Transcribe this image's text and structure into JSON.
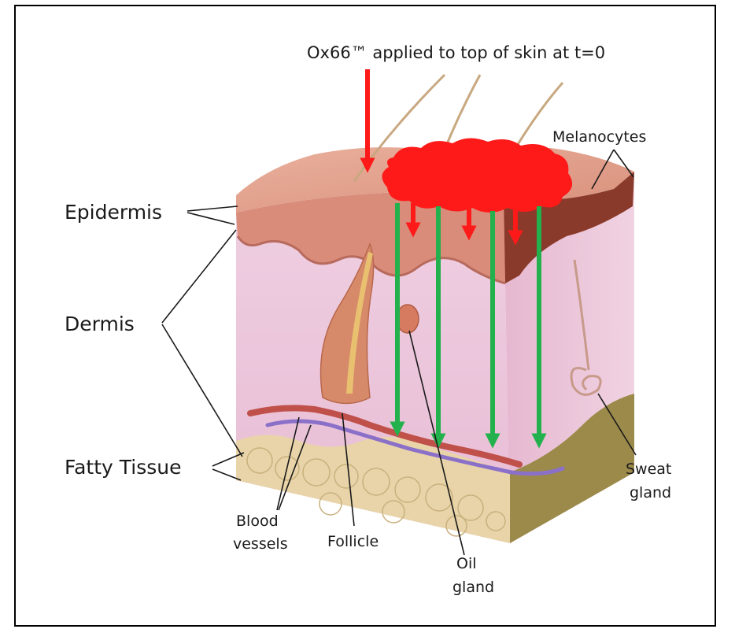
{
  "annotation": "Ox66™ applied to top of skin at t=0",
  "labels": {
    "epidermis": "Epidermis",
    "dermis": "Dermis",
    "fatty_tissue": "Fatty Tissue",
    "melanocytes": "Melanocytes",
    "blood": "Blood",
    "vessels": "vessels",
    "follicle": "Follicle",
    "oil": "Oil",
    "gland_oil": "gland",
    "sweat": "Sweat",
    "gland_sweat": "gland"
  },
  "colors": {
    "applied_agent": "#ff1a1a",
    "penetration_arrows": "#22b14c",
    "epidermis": "#d98c7a",
    "dermis": "#ecc6dc",
    "fat": "#e8d4a8"
  }
}
